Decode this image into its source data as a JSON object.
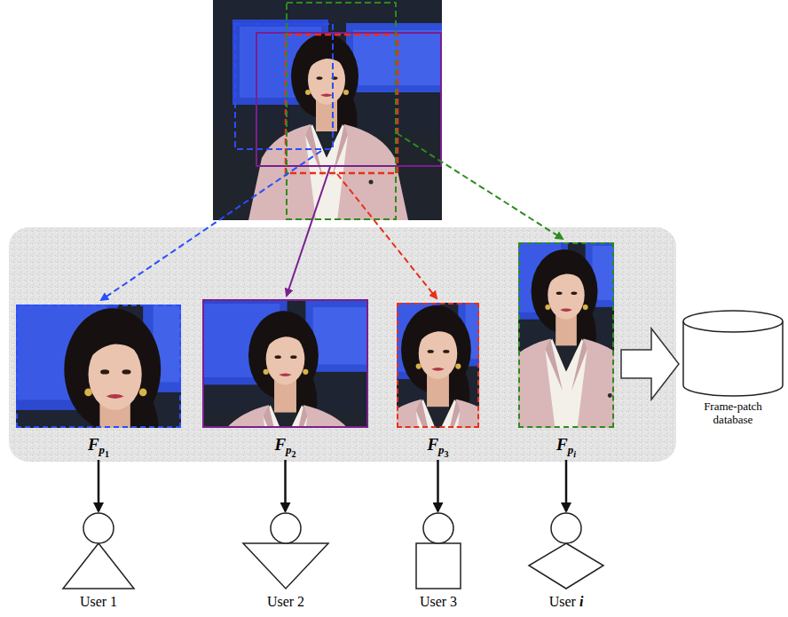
{
  "diagram": {
    "nodes": [
      {
        "text": [
          "Fp1"
        ]
      },
      {
        "text": [
          "Fp2"
        ]
      },
      {
        "text": [
          "Fp3"
        ]
      },
      {
        "text": [
          "Fpi"
        ]
      },
      {
        "text": [
          "Frame-patch database"
        ]
      },
      {
        "text": [
          "User 1"
        ]
      },
      {
        "text": [
          "User 2"
        ]
      },
      {
        "text": [
          "User 3"
        ]
      },
      {
        "text": [
          "User i"
        ]
      }
    ],
    "edges": [
      {
        "from": 0,
        "to": 5,
        "arrow": "to"
      },
      {
        "from": 1,
        "to": 6,
        "arrow": "to"
      },
      {
        "from": 2,
        "to": 7,
        "arrow": "to"
      },
      {
        "from": 3,
        "to": 8,
        "arrow": "to"
      }
    ]
  }
}
